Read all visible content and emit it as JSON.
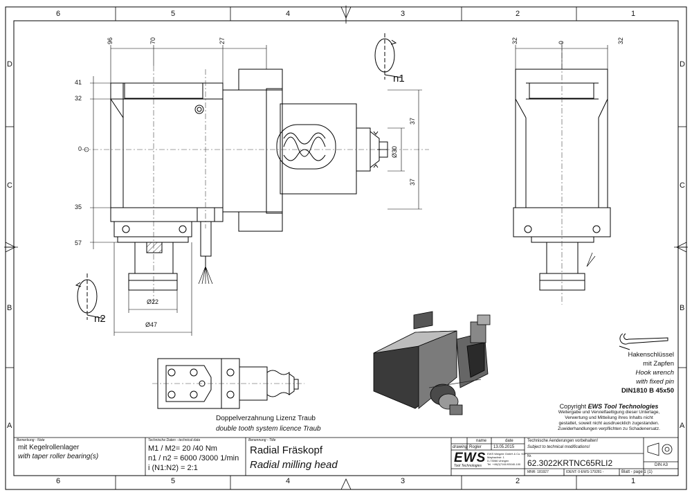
{
  "zones": {
    "columns": [
      "6",
      "5",
      "4",
      "3",
      "2",
      "1"
    ],
    "rows": [
      "D",
      "C",
      "B",
      "A"
    ]
  },
  "dimensions": {
    "d96": "96",
    "d70": "70",
    "d27": "27",
    "d41": "41",
    "d32a": "32",
    "d0": "0",
    "d35": "35",
    "d57": "57",
    "d37a": "37",
    "d37b": "37",
    "dia30": "Ø30",
    "dia22": "Ø22",
    "dia47": "Ø47",
    "side32a": "32",
    "side0": "0",
    "side32b": "32"
  },
  "rotation_labels": {
    "n1": "n1",
    "n2": "n2"
  },
  "captions": {
    "licence_de": "Doppelverzahnung Lizenz Traub",
    "licence_en": "double tooth system licence Traub"
  },
  "wrench_note": {
    "line1": "Hakenschlüssel",
    "line2": "mit Zapfen",
    "line3": "Hook wrench",
    "line4": "with fixed pin",
    "line5": "DIN1810 B 45x50"
  },
  "copyright": {
    "prefix": "Copyright ",
    "company": "EWS Tool Technologies",
    "line1": "Weitergabe und Vervielfaeltigung dieser Unterlage,",
    "line2": "Verwertung und Mitteilung ihres Inhalts nicht",
    "line3": "gestattet, soweit nicht ausdruecklich zugestanden.",
    "line4": "Zuwiderhandlungen verpflichten zu Schadenersatz."
  },
  "title_block": {
    "note_label": "Bemerkung - Note",
    "note_de": "mit Kegelrollenlager",
    "note_en": "with taper roller bearing(s)",
    "tech_label": "Technische Daten - technical data",
    "torque": "M1 / M2= 20  /40  Nm",
    "speed": "n1 / n2 = 6000 /3000  1/min",
    "ratio": "i  (N1:N2) = 2:1",
    "name_label": "Benennung - Title",
    "title_de": "Radial Fräskopf",
    "title_en": "Radial milling head",
    "col_name": "name",
    "col_date": "date",
    "row_drawing": "drawing",
    "drawn_by": "Rogler",
    "drawn_date": "13.05.2015",
    "logo": "EWS",
    "logo_sub": "Tool Technologies",
    "company_l1": "EWS Weigele GmbH & Co. KG",
    "company_l2": "Maybachstr. 1",
    "company_l3": "D-73066 Uhingen",
    "company_l4": "Tel. +49(0)7161/93040-100",
    "change_de": "Technische Aenderungen vorbehalten!",
    "change_en": "Subject to technical modifications!",
    "nr_label": "Nr.",
    "part_number": "62.3022KRTNC65RLI2",
    "mnr": "MNR: 181927",
    "ident": "IDENT: 0-EWS-179281 -",
    "sheet": "Blatt - page  1 (1)",
    "format": "DIN A3"
  }
}
